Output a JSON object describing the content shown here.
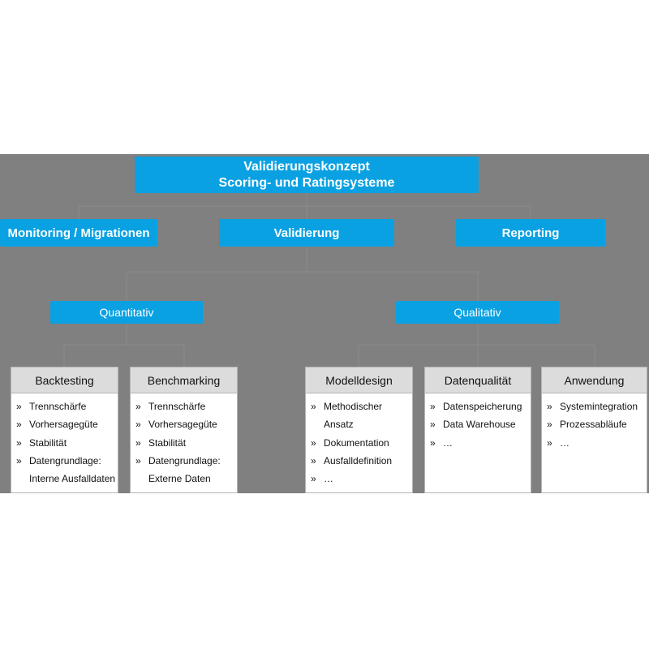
{
  "title": {
    "line1": "Validierungskonzept",
    "line2": "Scoring- und Ratingsysteme"
  },
  "level1": [
    {
      "label": "Monitoring / Migrationen"
    },
    {
      "label": "Validierung"
    },
    {
      "label": "Reporting"
    }
  ],
  "level2": [
    {
      "label": "Quantitativ"
    },
    {
      "label": "Qualitativ"
    }
  ],
  "bullet_glyph": "»",
  "cards": [
    {
      "title": "Backtesting",
      "items": [
        "Trennschärfe",
        "Vorhersagegüte",
        "Stabilität",
        "Datengrundlage:",
        "Interne Ausfalldaten"
      ]
    },
    {
      "title": "Benchmarking",
      "items": [
        "Trennschärfe",
        "Vorhersagegüte",
        "Stabilität",
        "Datengrundlage:",
        "Externe Daten"
      ]
    },
    {
      "title": "Modelldesign",
      "items": [
        "Methodischer",
        "Ansatz",
        "Dokumentation",
        "Ausfalldefinition",
        "…"
      ]
    },
    {
      "title": "Datenqualität",
      "items": [
        "Datenspeicherung",
        "Data Warehouse",
        "…"
      ]
    },
    {
      "title": "Anwendung",
      "items": [
        "Systemintegration",
        "Prozessabläufe",
        "…"
      ]
    }
  ],
  "colors": {
    "box_blue": "#0aa1e2",
    "band_gray": "#808080",
    "card_header": "#dcdcdc"
  }
}
